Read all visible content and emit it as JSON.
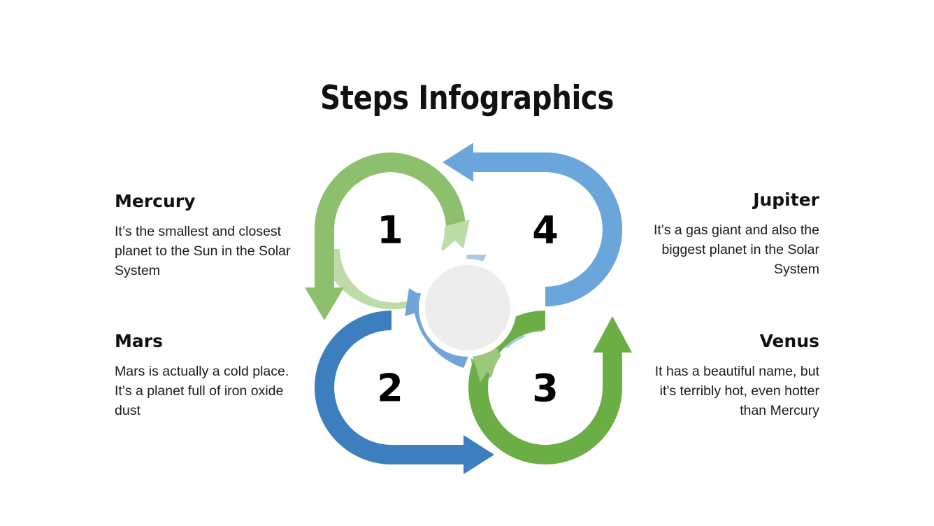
{
  "slide": {
    "title": "Steps Infographics",
    "background_color": "#FFFFFF"
  },
  "blocks": [
    {
      "id": "mercury",
      "heading": "Mercury",
      "body": "It’s the smallest and closest planet to the Sun in the Solar System",
      "align": "left",
      "step": "1"
    },
    {
      "id": "mars",
      "heading": "Mars",
      "body": "Mars is actually a cold place. It’s a planet full of iron oxide dust",
      "align": "left",
      "step": "2"
    },
    {
      "id": "jupiter",
      "heading": "Jupiter",
      "body": "It’s a gas giant and also the biggest planet in the Solar System",
      "align": "right",
      "step": "4"
    },
    {
      "id": "venus",
      "heading": "Venus",
      "body": "It has a beautiful name, but it’s terribly hot, even hotter than Mercury",
      "align": "right",
      "step": "3"
    }
  ],
  "diagram": {
    "type": "cycle-steps",
    "center_hub_color": "#EDEDED",
    "steps": [
      {
        "number": "1",
        "quadrant": "top-left",
        "arc_color": "#8CC06C",
        "inner_arrow_color": "#BDDCA8"
      },
      {
        "number": "2",
        "quadrant": "bottom-left",
        "arc_color": "#3D7EBE",
        "inner_arrow_color": "#6FA5D8"
      },
      {
        "number": "3",
        "quadrant": "bottom-right",
        "arc_color": "#6CAE46",
        "inner_arrow_color": "#9CC87D"
      },
      {
        "number": "4",
        "quadrant": "top-right",
        "arc_color": "#6AA6DC",
        "inner_arrow_color": "#A9C9E6"
      }
    ]
  }
}
